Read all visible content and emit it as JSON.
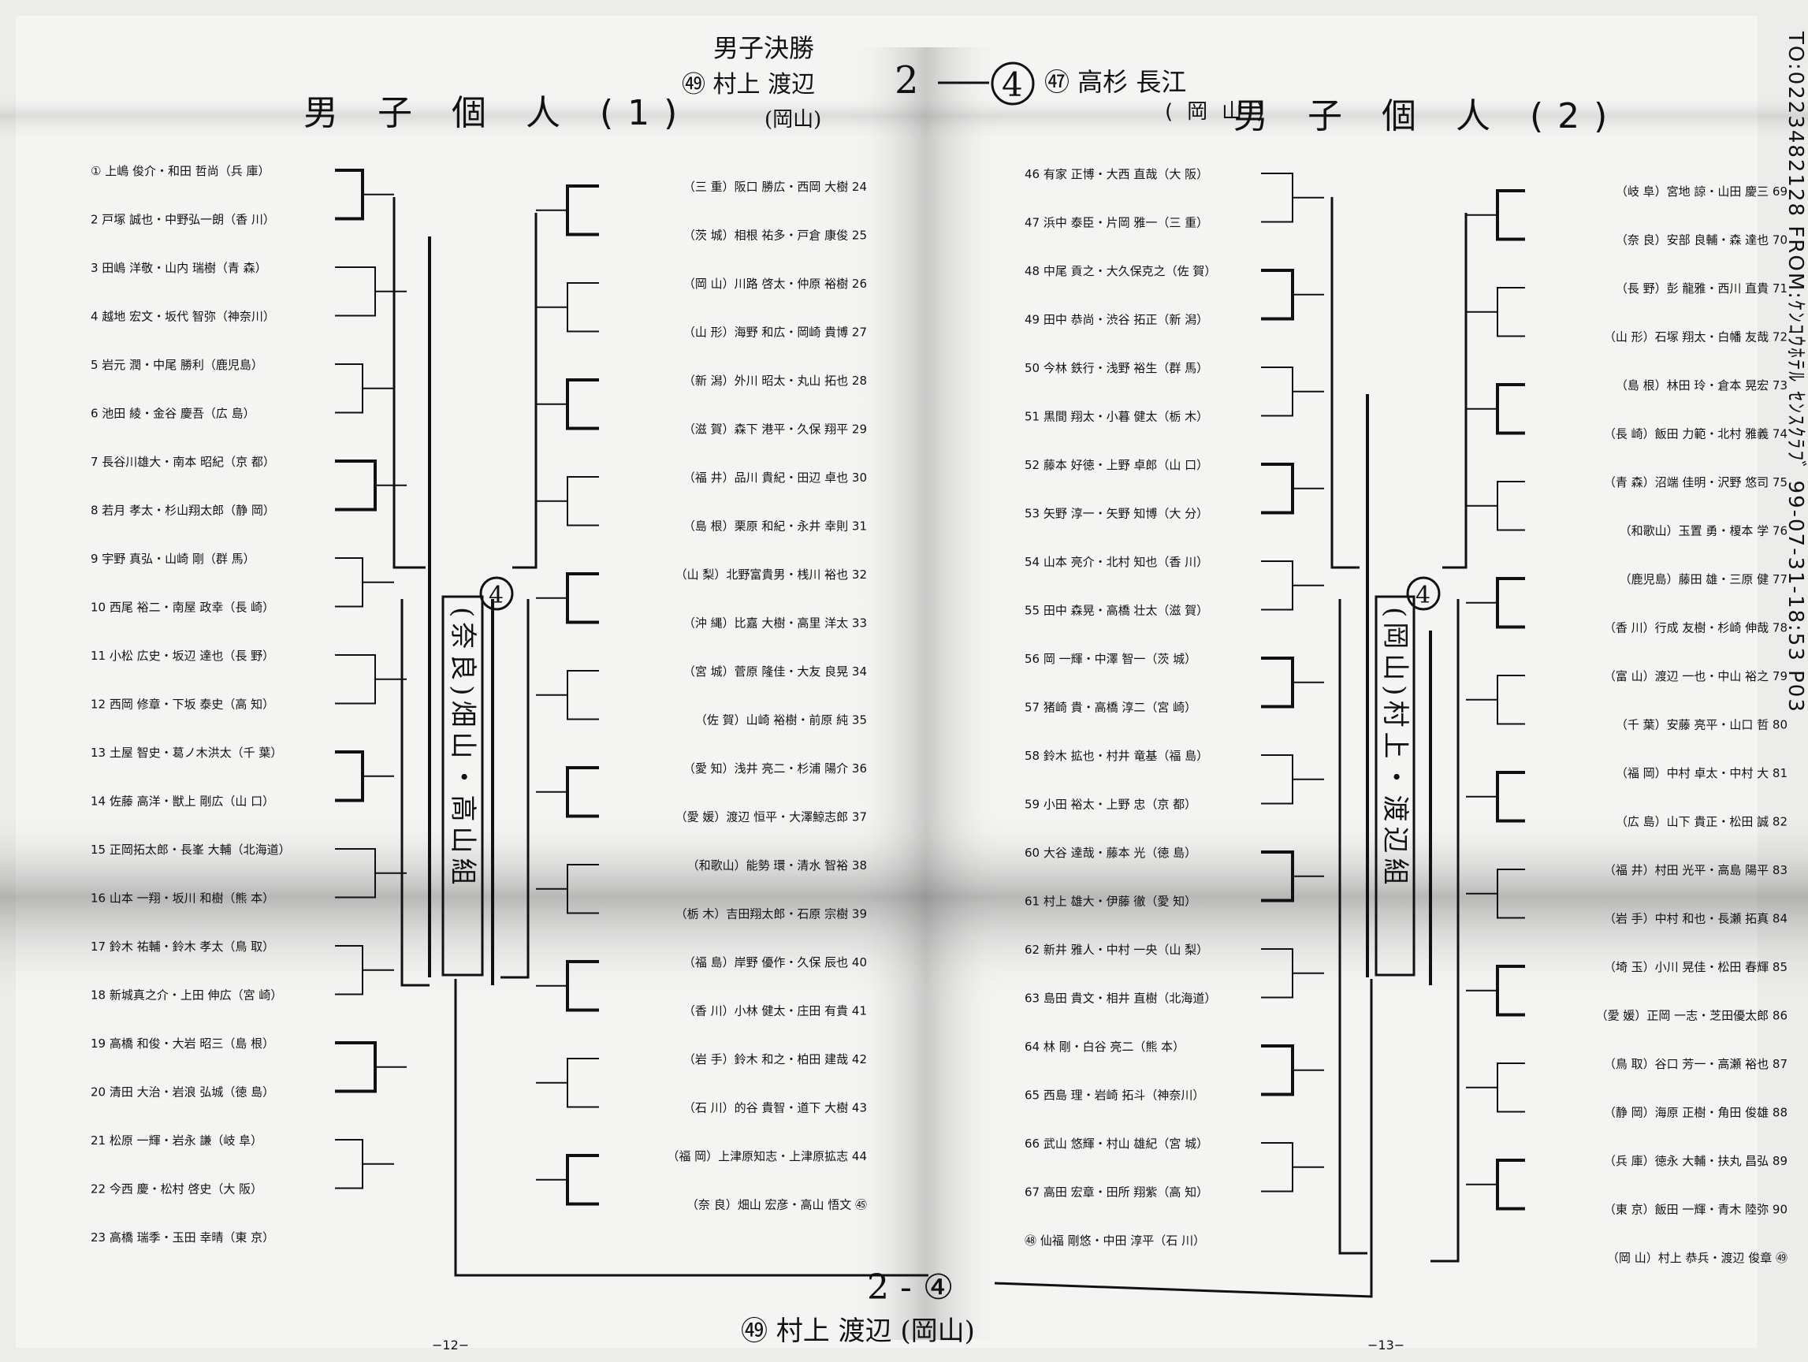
{
  "left_page": {
    "title": "男 子 個 人 (1)",
    "page_number": "−12−",
    "left_column": [
      "① 上嶋 俊介・和田 哲尚（兵 庫）",
      "2 戸塚 誠也・中野弘一朗（香 川）",
      "3 田嶋 洋敬・山内 瑞樹（青 森）",
      "4 越地 宏文・坂代 智弥（神奈川）",
      "5 岩元 潤・中尾 勝利（鹿児島）",
      "6 池田 綾・金谷 慶吾（広 島）",
      "7 長谷川雄大・南本 昭紀（京 都）",
      "8 若月 孝太・杉山翔太郎（静 岡）",
      "9 宇野 真弘・山崎 剛（群 馬）",
      "10 西尾 裕二・南屋 政幸（長 崎）",
      "11 小松 広史・坂辺 達也（長 野）",
      "12 西岡 修章・下坂 泰史（高 知）",
      "13 土屋 智史・葛ノ木洪太（千 葉）",
      "14 佐藤 高洋・獣上 剛広（山 口）",
      "15 正岡拓太郎・長峯 大輔（北海道）",
      "16 山本 一翔・坂川 和樹（熊 本）",
      "17 鈴木 祐輔・鈴木 孝太（鳥 取）",
      "18 新城真之介・上田 伸広（宮 崎）",
      "19 高橋 和俊・大岩 昭三（島 根）",
      "20 清田 大治・岩浪 弘城（徳 島）",
      "21 松原 一輝・岩永 謙（岐 阜）",
      "22 今西 慶・松村 啓史（大 阪）",
      "23 高橋 瑞季・玉田 幸晴（東 京）"
    ],
    "right_column": [
      "（三 重）阪口 勝広・西岡 大樹 24",
      "（茨 城）相根 祐多・戸倉 康俊 25",
      "（岡 山）川路 啓太・仲原 裕樹 26",
      "（山 形）海野 和広・岡崎 貴博 27",
      "（新 潟）外川 昭太・丸山 拓也 28",
      "（滋 賀）森下 港平・久保 翔平 29",
      "（福 井）品川 貴紀・田辺 卓也 30",
      "（島 根）栗原 和紀・永井 幸則 31",
      "（山 梨）北野富貴男・桟川 裕也 32",
      "（沖 縄）比嘉 大樹・高里 洋太 33",
      "（宮 城）菅原 隆佳・大友 良晃 34",
      "（佐 賀）山崎 裕樹・前原 純 35",
      "（愛 知）浅井 亮二・杉浦 陽介 36",
      "（愛 媛）渡辺 恒平・大澤鯨志郎 37",
      "（和歌山）能勢 環・清水 智裕 38",
      "（栃 木）吉田翔太郎・石原 宗樹 39",
      "（福 島）岸野 優作・久保 辰也 40",
      "（香 川）小林 健太・庄田 有貴 41",
      "（岩 手）鈴木 和之・柏田 建哉 42",
      "（石 川）的谷 貴智・道下 大樹 43",
      "（福 岡）上津原知志・上津原拡志 44",
      "（奈 良）畑山 宏彦・高山 悟文 ㊺"
    ],
    "handwriting": {
      "header": "男子決勝",
      "header_line2": "㊾ 村上 渡辺",
      "header_pref": "(岡山)",
      "vertical_winner": "(奈良)畑山・高山組",
      "circle_score": "4",
      "score_2": "2"
    }
  },
  "right_page": {
    "title": "男 子 個 人 (2)",
    "pref_prefix": "(岡山)",
    "page_number": "−13−",
    "left_column": [
      "46 有家 正博・大西 直哉（大 阪）",
      "47 浜中 泰臣・片岡 雅一（三 重）",
      "48 中尾 貢之・大久保克之（佐 賀）",
      "49 田中 恭尚・渋谷 拓正（新 潟）",
      "50 今林 鉄行・浅野 裕生（群 馬）",
      "51 黒間 翔太・小暮 健太（栃 木）",
      "52 藤本 好徳・上野 卓郎（山 口）",
      "53 矢野 淳一・矢野 知博（大 分）",
      "54 山本 亮介・北村 知也（香 川）",
      "55 田中 森晃・高橋 壮太（滋 賀）",
      "56 岡 一輝・中澤 智一（茨 城）",
      "57 猪崎 貴・高橋 淳二（宮 崎）",
      "58 鈴木 拡也・村井 竜基（福 島）",
      "59 小田 裕太・上野 忠（京 都）",
      "60 大谷 達哉・藤本 光（徳 島）",
      "61 村上 雄大・伊藤 徹（愛 知）",
      "62 新井 雅人・中村 一央（山 梨）",
      "63 島田 貴文・相井 直樹（北海道）",
      "64 林 剛・白谷 亮二（熊 本）",
      "65 西島 理・岩崎 拓斗（神奈川）",
      "66 武山 悠輝・村山 雄紀（宮 城）",
      "67 高田 宏章・田所 翔紫（高 知）",
      "㊽ 仙福 剛悠・中田 淳平（石 川）"
    ],
    "right_column": [
      "（岐 阜）宮地 諒・山田 慶三 69",
      "（奈 良）安部 良輔・森 達也 70",
      "（長 野）彭 龍雅・西川 直貴 71",
      "（山 形）石塚 翔太・白幡 友哉 72",
      "（島 根）林田 玲・倉本 晃宏 73",
      "（長 崎）飯田 力範・北村 雅義 74",
      "（青 森）沼端 佳明・沢野 悠司 75",
      "（和歌山）玉置 勇・榎本 学 76",
      "（鹿児島）藤田 雄・三原 健 77",
      "（香 川）行成 友樹・杉崎 伸哉 78",
      "（富 山）渡辺 一也・中山 裕之 79",
      "（千 葉）安藤 亮平・山口 哲 80",
      "（福 岡）中村 卓太・中村 大 81",
      "（広 島）山下 貴正・松田 誠 82",
      "（福 井）村田 光平・高島 陽平 83",
      "（岩 手）中村 和也・長瀬 拓真 84",
      "（埼 玉）小川 晃佳・松田 春輝 85",
      "（愛 媛）正岡 一志・芝田優太郎 86",
      "（鳥 取）谷口 芳一・高瀬 裕也 87",
      "（静 岡）海原 正樹・角田 俊雄 88",
      "（兵 庫）徳永 大輔・扶丸 昌弘 89",
      "（東 京）飯田 一輝・青木 陸弥 90",
      "（岡 山）村上 恭兵・渡辺 俊章 ㊾"
    ],
    "handwriting": {
      "header": "㊼ 高杉 長江",
      "header_pref": "(岡山)",
      "vertical_winner": "(岡山)村上・渡辺組",
      "circle_score": "4"
    }
  },
  "footer_handwriting": {
    "score": "2 - ④",
    "winner": "㊾ 村上 渡辺 (岡山)"
  },
  "fax_header": "TO:0223482128   FROM:ｹﾝｺｳﾎﾃﾙ ｾﾝｽｸﾗﾌﾞ   99-07-31-18:53 P03"
}
